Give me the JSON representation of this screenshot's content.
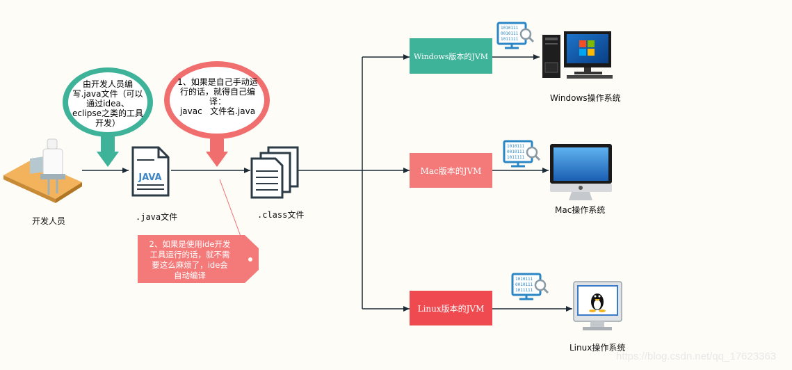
{
  "developer": {
    "label": "开发人员"
  },
  "java_file": {
    "label": ".java文件",
    "icon_text": "JAVA"
  },
  "class_file": {
    "label": ".class文件"
  },
  "bubble_left": {
    "lines": [
      "由开发人员编",
      "写.java文件（可以",
      "通过idea、",
      "eclipse之类的工具",
      "开发）"
    ]
  },
  "bubble_right": {
    "lines": [
      "1、如果是自己手动运",
      "行的话，就得自己编",
      "译：",
      "javac   文件名.java"
    ]
  },
  "note": {
    "lines": [
      "2、如果是使用ide开发",
      "工具运行的话，就不需",
      "要这么麻烦了，ide会",
      "自动编译"
    ]
  },
  "jvms": [
    {
      "label": "Windows版本的JVM",
      "color": "#3eb39a"
    },
    {
      "label": "Mac版本的JVM",
      "color": "#f47a7a"
    },
    {
      "label": "Linux版本的JVM",
      "color": "#ef4a50"
    }
  ],
  "os_labels": {
    "windows": "Windows操作系统",
    "mac": "Mac操作系统",
    "linux": "Linux操作系统"
  },
  "binary_lines": [
    "1010111",
    "0010111",
    "1011111"
  ],
  "watermark": "https://blog.csdn.net/qq_17623363",
  "colors": {
    "teal": "#3eb39a",
    "red": "#f06e6e",
    "note": "#f47a7a",
    "line": "#1b2a35"
  }
}
